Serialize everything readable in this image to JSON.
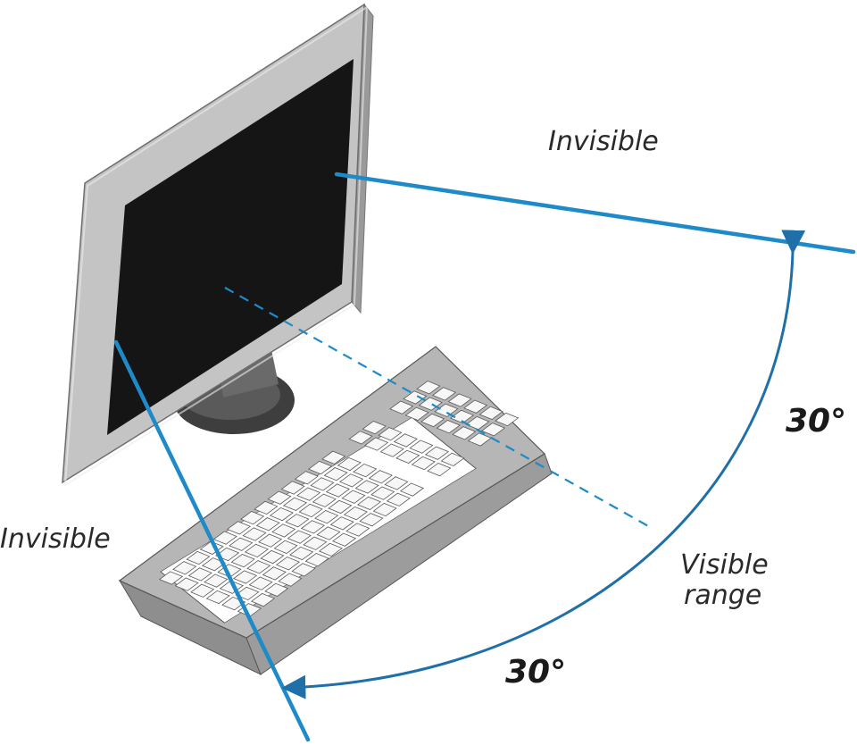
{
  "labels": {
    "invisible_top": "Invisible",
    "invisible_left": "Invisible",
    "visible_range_line1": "Visible",
    "visible_range_line2": "range",
    "angle_upper": "30°",
    "angle_lower": "30°"
  },
  "colors": {
    "range_line": "#1f8ac8",
    "screen": "#151515",
    "bezel": "#bfbfbf",
    "keyboard_body": "#b4b4b4",
    "stand": "#4a4a4a"
  }
}
